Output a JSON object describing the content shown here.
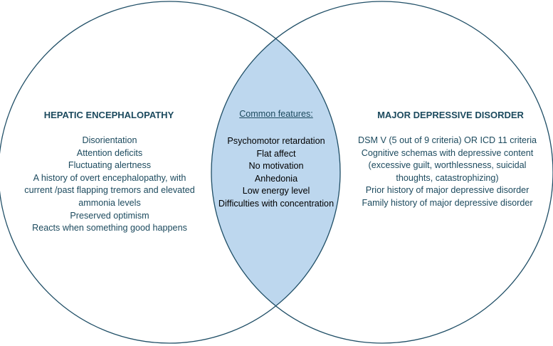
{
  "colors": {
    "circle_stroke": "#1f4e66",
    "overlap_fill": "#bdd7ee",
    "text": "#1c4a5e",
    "overlap_text": "#000000"
  },
  "left": {
    "title": "HEPATIC ENCEPHALOPATHY",
    "items": [
      "Disorientation",
      "Attention deficits",
      "Fluctuating alertness",
      "A history of overt encephalopathy, with",
      "current /past flapping tremors and elevated",
      "ammonia levels",
      "Preserved optimism",
      "Reacts when something good happens"
    ]
  },
  "center": {
    "title": "Common features:",
    "items": [
      "Psychomotor retardation",
      "Flat affect",
      "No motivation",
      "Anhedonia",
      "Low energy level",
      "Difficulties with concentration"
    ]
  },
  "right": {
    "title": "MAJOR DEPRESSIVE DISORDER",
    "items": [
      "DSM V (5 out of 9 criteria) OR ICD 11 criteria",
      "Cognitive schemas with depressive content",
      "(excessive guilt, worthlessness, suicidal",
      "thoughts, catastrophizing)",
      "Prior history of major depressive disorder",
      "Family history of major depressive disorder"
    ]
  }
}
